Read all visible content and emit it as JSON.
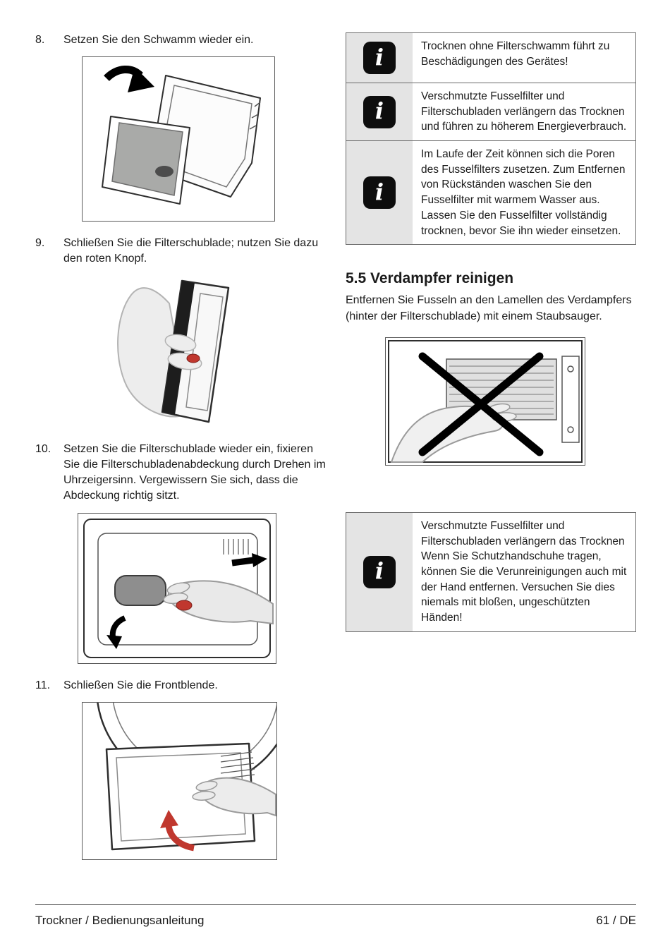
{
  "colors": {
    "accent_red": "#c0372e",
    "info_icon_bg": "#0d0d0d",
    "icon_cell_gray": "#e4e4e4"
  },
  "icons": {
    "info_glyph": "i"
  },
  "steps": [
    {
      "num": "8.",
      "text": "Setzen Sie den Schwamm wieder ein."
    },
    {
      "num": "9.",
      "text": "Schließen Sie die Filterschublade; nutzen Sie dazu den roten Knopf."
    },
    {
      "num": "10.",
      "text": "Setzen Sie die Filterschublade wieder ein, fixieren Sie die Filterschubladenabdeckung durch Drehen im Uhrzeigersinn. Vergewissern Sie sich, dass die Abdeckung richtig sitzt."
    },
    {
      "num": "11.",
      "text": "Schließen Sie die Frontblende."
    }
  ],
  "info_rows": [
    {
      "text": "Trocknen ohne Filterschwamm führt zu Beschädigungen des Gerätes!"
    },
    {
      "text": "Verschmutzte Fusselfilter und Filterschubladen verlängern das Trocknen und führen zu höherem Energieverbrauch."
    },
    {
      "text": "Im Laufe der Zeit können sich die Poren des Fusselfilters zusetzen. Zum Entfernen von Rückständen waschen Sie den Fusselfilter mit warmem Wasser aus. Lassen Sie den Fusselfilter vollständig trocknen, bevor Sie ihn wieder einsetzen."
    }
  ],
  "section": {
    "heading": "5.5 Verdampfer reinigen",
    "body": "Entfernen Sie Fusseln an den Lamellen des Verdampfers (hinter der Filterschublade) mit einem Staubsauger."
  },
  "warning_box": {
    "text": "Verschmutzte Fusselfilter und Filterschubladen verlängern das Trocknen Wenn Sie Schutzhandschuhe tragen, können Sie die Verunreinigungen auch mit der Hand entfernen. Versuchen Sie dies niemals mit bloßen, ungeschützten Händen!"
  },
  "footer": {
    "left": "Trockner / Bedienungsanleitung",
    "right": "61 / DE"
  }
}
